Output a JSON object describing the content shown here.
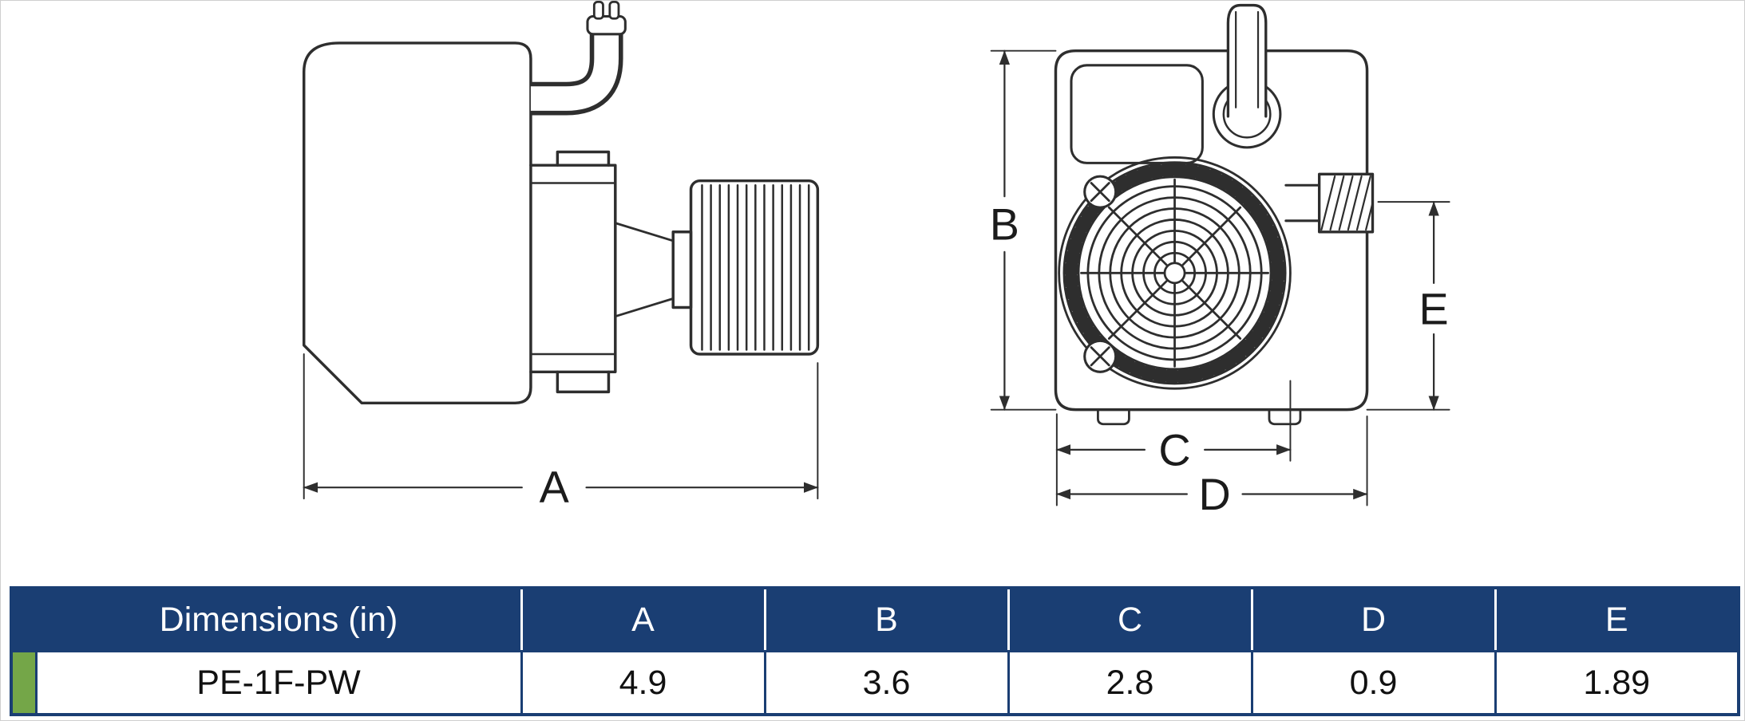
{
  "drawing": {
    "side_view": {
      "dim_a_label": "A"
    },
    "front_view": {
      "dim_b_label": "B",
      "dim_c_label": "C",
      "dim_d_label": "D",
      "dim_e_label": "E"
    },
    "line_color": "#2e2e2e"
  },
  "table": {
    "header": {
      "dimensions_label": "Dimensions (in)",
      "columns": [
        "A",
        "B",
        "C",
        "D",
        "E"
      ]
    },
    "row": {
      "model": "PE-1F-PW",
      "values": [
        "4.9",
        "3.6",
        "2.8",
        "0.9",
        "1.89"
      ]
    },
    "colors": {
      "header_bg": "#1a3e73",
      "border": "#1a3e73",
      "swatch_green": "#74a648",
      "header_text": "#ffffff",
      "value_text": "#111111"
    }
  }
}
